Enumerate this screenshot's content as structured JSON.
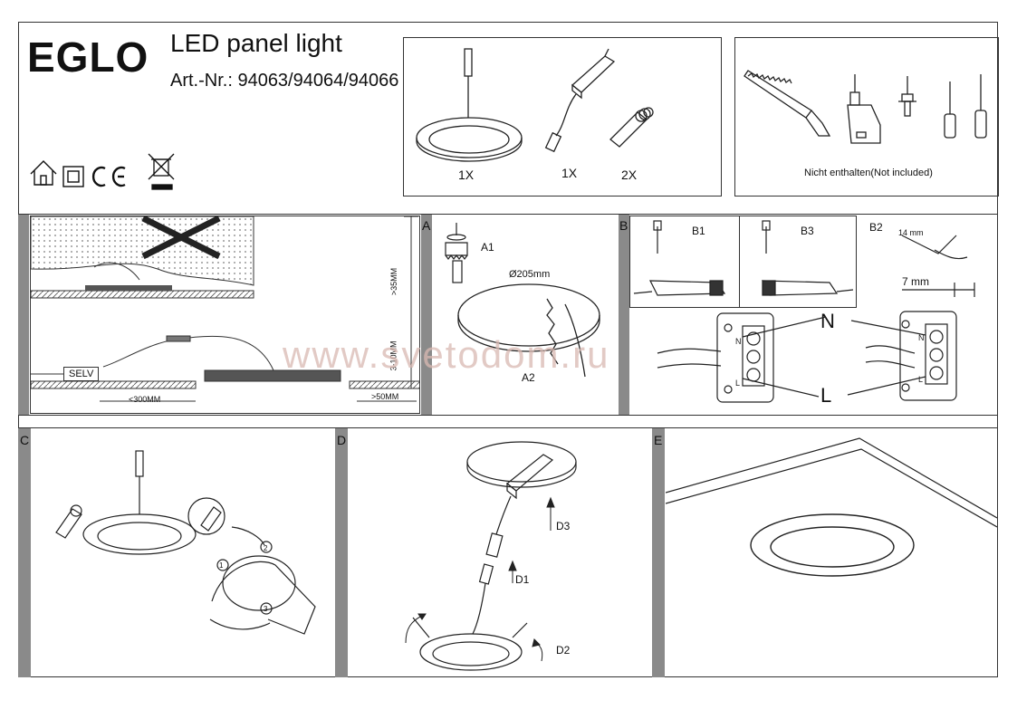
{
  "header": {
    "brand": "EGLO",
    "product": "LED panel light",
    "article_numbers": "Art.-Nr.: 94063/94064/94066",
    "symbols": [
      "indoor-use-icon",
      "class-ii-icon",
      "ce-mark-icon",
      "weee-bin-icon"
    ]
  },
  "contents_box": {
    "items": [
      {
        "name": "panel-light",
        "qty": "1X"
      },
      {
        "name": "driver",
        "qty": "1X"
      },
      {
        "name": "spring-clip",
        "qty": "2X"
      }
    ]
  },
  "tools_box": {
    "note": "Nicht enthalten(Not included)",
    "tools": [
      "saw-icon",
      "drill-icon",
      "wall-plug-icon",
      "screwdriver-flat-icon",
      "screwdriver-phillips-icon"
    ]
  },
  "section_install": {
    "labels": {
      "selv": "SELV",
      "min_depth": ">35MM",
      "range": "3-10MM",
      "min_dist": "<300MM",
      "edge": ">50MM"
    }
  },
  "section_a": {
    "letter": "A",
    "step1": "A1",
    "step2": "A2",
    "diameter": "Ø205mm"
  },
  "section_b": {
    "letter": "B",
    "b1": "B1",
    "b3": "B3",
    "b2": "B2",
    "strip_14": "14 mm",
    "strip_7": "7 mm",
    "neutral": "N",
    "live": "L",
    "terminal_n": "N",
    "terminal_l": "L"
  },
  "section_c": {
    "letter": "C",
    "steps": [
      "1",
      "2",
      "3"
    ]
  },
  "section_d": {
    "letter": "D",
    "d1": "D1",
    "d2": "D2",
    "d3": "D3"
  },
  "section_e": {
    "letter": "E"
  },
  "watermark": "www.svetodom.ru"
}
